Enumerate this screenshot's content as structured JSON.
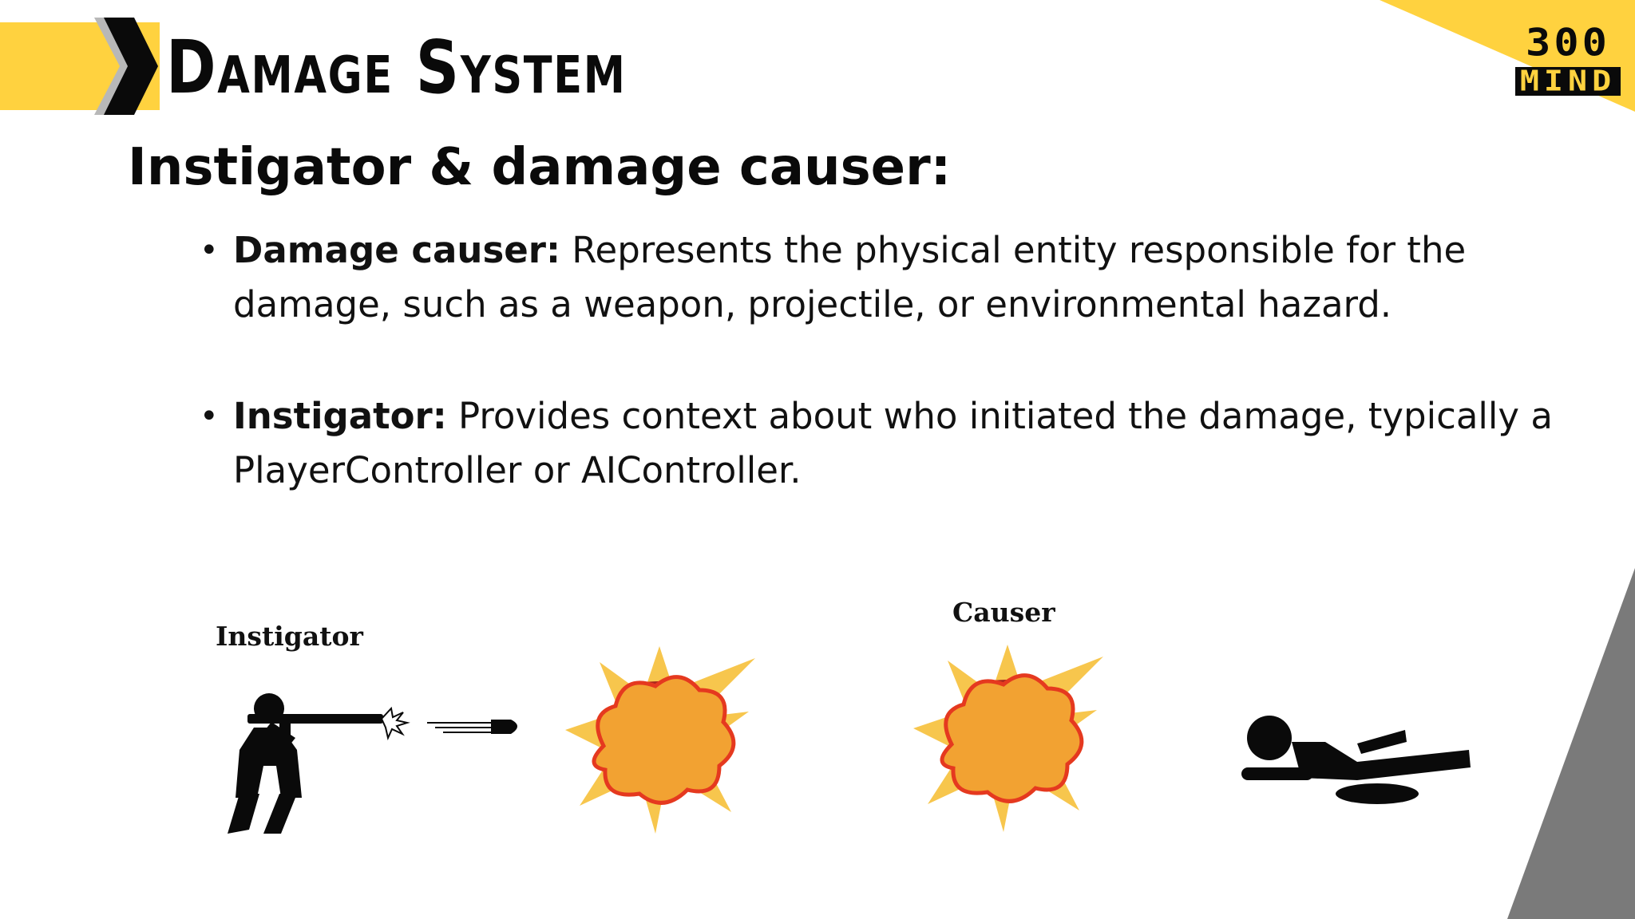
{
  "header": {
    "title": "Damage System",
    "logo_line1": "300",
    "logo_line2": "MIND"
  },
  "slide": {
    "subheading": "Instigator & damage causer:",
    "bullets": [
      {
        "term": "Damage causer:",
        "text": " Represents the physical entity responsible for the damage, such as a weapon, projectile, or environmental hazard."
      },
      {
        "term": "Instigator:",
        "text": " Provides context about who initiated the damage, typically a PlayerController or AIController."
      }
    ]
  },
  "illustration": {
    "instigator_label": "Instigator",
    "causer_label": "Causer",
    "icons": [
      "shooter-icon",
      "bullet-icon",
      "explosion-icon",
      "explosion-icon",
      "fallen-person-icon"
    ]
  },
  "colors": {
    "accent_yellow": "#ffd23f",
    "chevron_grey": "#b8b8b8",
    "corner_grey": "#7a7a7a",
    "text": "#111111"
  }
}
